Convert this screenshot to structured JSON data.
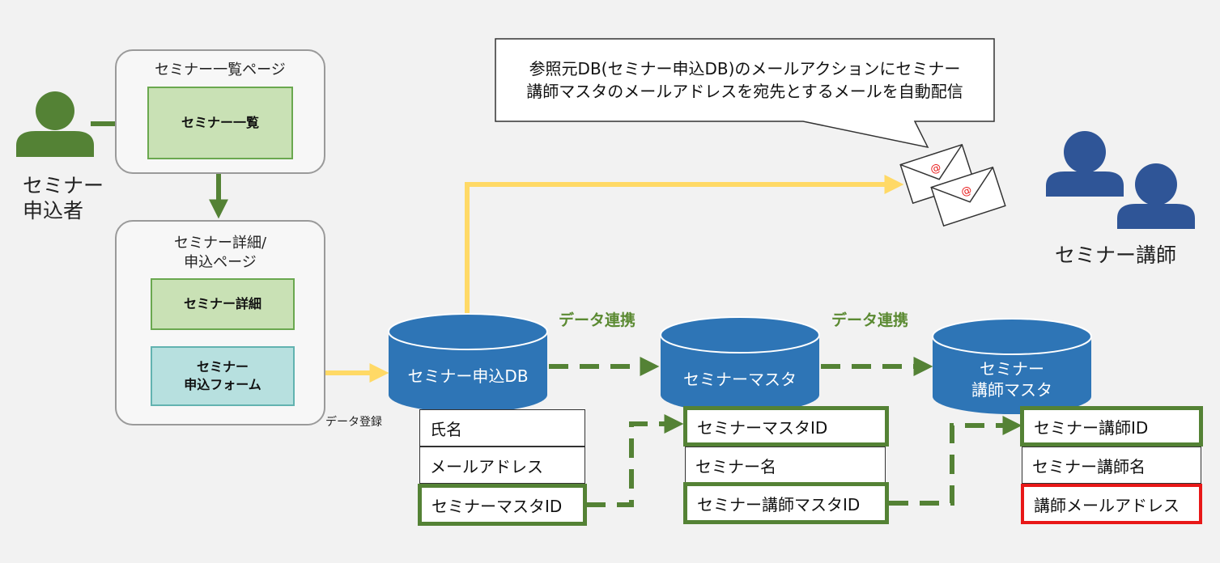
{
  "applicant": {
    "label_line1": "セミナー",
    "label_line2": "申込者"
  },
  "instructor": {
    "label": "セミナー講師"
  },
  "list_page": {
    "title": "セミナー一覧ページ",
    "item": "セミナー一覧"
  },
  "detail_page": {
    "title_line1": "セミナー詳細/",
    "title_line2": "申込ページ",
    "detail_item": "セミナー詳細",
    "form_line1": "セミナー",
    "form_line2": "申込フォーム"
  },
  "registration_label": "データ登録",
  "sync_label_1": "データ連携",
  "sync_label_2": "データ連携",
  "callout": {
    "line1": "参照元DB(セミナー申込DB)のメールアクションにセミナー",
    "line2": "講師マスタのメールアドレスを宛先とするメールを自動配信"
  },
  "databases": {
    "apply_db": {
      "label": "セミナー申込DB",
      "fields": [
        "氏名",
        "メールアドレス",
        "セミナーマスタID"
      ]
    },
    "seminar_master": {
      "label": "セミナーマスタ",
      "fields": [
        "セミナーマスタID",
        "セミナー名",
        "セミナー講師マスタID"
      ]
    },
    "instructor_master": {
      "label_line1": "セミナー",
      "label_line2": "講師マスタ",
      "fields": [
        "セミナー講師ID",
        "セミナー講師名",
        "講師メールアドレス"
      ]
    }
  },
  "colors": {
    "db_blue": "#2e75b6",
    "person_green": "#548235",
    "person_navy": "#2f5597",
    "arrow_green": "#548235",
    "arrow_yellow": "#ffd966",
    "key_border": "#548235",
    "highlight_red": "#e81818"
  },
  "icons": [
    "person-icon",
    "envelope-icon",
    "database-icon"
  ]
}
